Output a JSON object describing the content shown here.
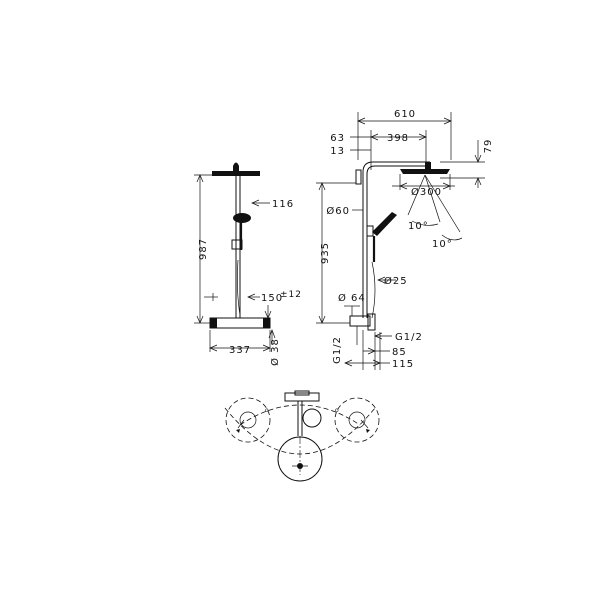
{
  "drawing": {
    "front_view": {
      "height_987": "987",
      "hand_shower_offset": "116",
      "mixer_height": "150",
      "mixer_tolerance": "±12",
      "mixer_width": "337",
      "pipe_diameter": "Ø 38"
    },
    "side_view": {
      "total_depth": "610",
      "offset_63": "63",
      "arm_398": "398",
      "offset_13": "13",
      "height_79": "79",
      "rod_diameter": "Ø60",
      "head_diameter": "Ø300",
      "angle_1": "10°",
      "angle_2": "10°",
      "height_935": "935",
      "hose_diameter": "Ø25",
      "base_diameter": "Ø 64",
      "thread_left": "G1/2",
      "thread_right": "G1/2",
      "depth_85": "85",
      "depth_115": "115"
    }
  }
}
